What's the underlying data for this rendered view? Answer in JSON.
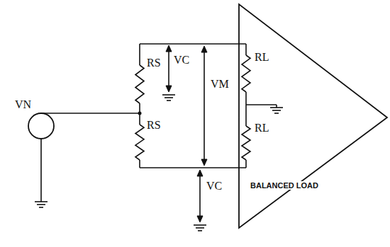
{
  "diagram": {
    "labels": [
      "RS",
      "RS",
      "VN",
      "VC",
      "VM",
      "VC",
      "RL",
      "RL",
      "BALANCED LOAD"
    ]
  }
}
